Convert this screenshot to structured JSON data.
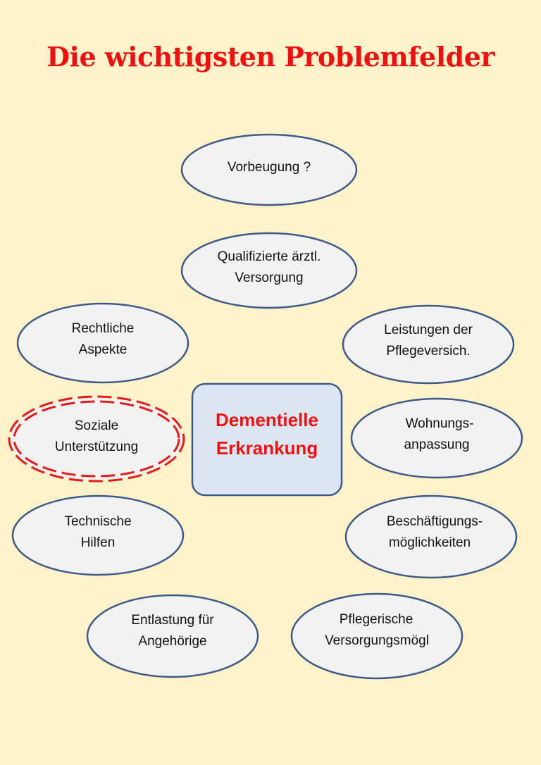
{
  "title": "Die wichtigsten Problemfelder",
  "colors": {
    "background": "#FEF2CB",
    "title": "#EE1111",
    "node_fill": "#F2F2F2",
    "node_stroke": "#3F5A86",
    "center_fill": "#DCE6F3",
    "center_text": "#EE1111",
    "highlight_stroke": "#E21B1B"
  },
  "center": {
    "line1": "Dementielle",
    "line2": "Erkrankung"
  },
  "nodes": {
    "vorbeugung": {
      "line1": "Vorbeugung ?"
    },
    "qualifizierte": {
      "line1": "Qualifizierte ärztl.",
      "line2": "Versorgung"
    },
    "rechtliche": {
      "line1": "Rechtliche",
      "line2": "Aspekte"
    },
    "leistungen": {
      "line1": "Leistungen der",
      "line2": "Pflegeversich."
    },
    "soziale": {
      "line1": "Soziale",
      "line2": "Unterstützung",
      "highlighted": true
    },
    "wohnung": {
      "line1": "Wohnungs-",
      "line2": "anpassung"
    },
    "technische": {
      "line1": "Technische",
      "line2": "Hilfen"
    },
    "beschaeftigung": {
      "line1": "Beschäftigungs-",
      "line2": "möglichkeiten"
    },
    "entlastung": {
      "line1": "Entlastung für",
      "line2": "Angehörige"
    },
    "pflegerische": {
      "line1": "Pflegerische",
      "line2": "Versorgungsmögl"
    }
  }
}
